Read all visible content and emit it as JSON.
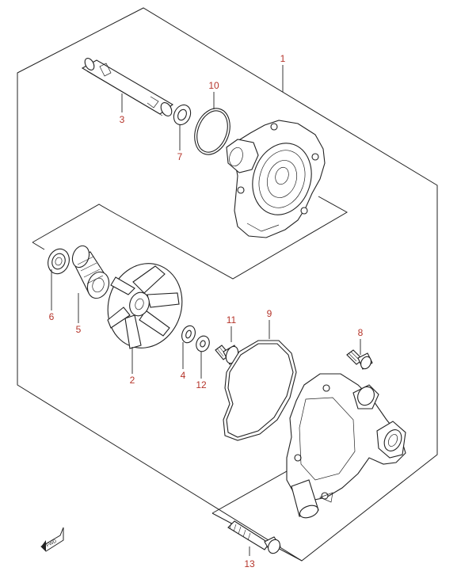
{
  "colors": {
    "label": "#b5342a",
    "line": "#222222",
    "background": "#ffffff"
  },
  "callouts": [
    {
      "id": "p1",
      "number": "1"
    },
    {
      "id": "p2",
      "number": "2"
    },
    {
      "id": "p3",
      "number": "3"
    },
    {
      "id": "p4",
      "number": "4"
    },
    {
      "id": "p5",
      "number": "5"
    },
    {
      "id": "p6",
      "number": "6"
    },
    {
      "id": "p7",
      "number": "7"
    },
    {
      "id": "p8",
      "number": "8"
    },
    {
      "id": "p9",
      "number": "9"
    },
    {
      "id": "p10",
      "number": "10"
    },
    {
      "id": "p11",
      "number": "11"
    },
    {
      "id": "p12",
      "number": "12"
    },
    {
      "id": "p13",
      "number": "13"
    }
  ],
  "fwd_badge": "FWD",
  "icons": [
    "fwd-arrow-icon"
  ]
}
